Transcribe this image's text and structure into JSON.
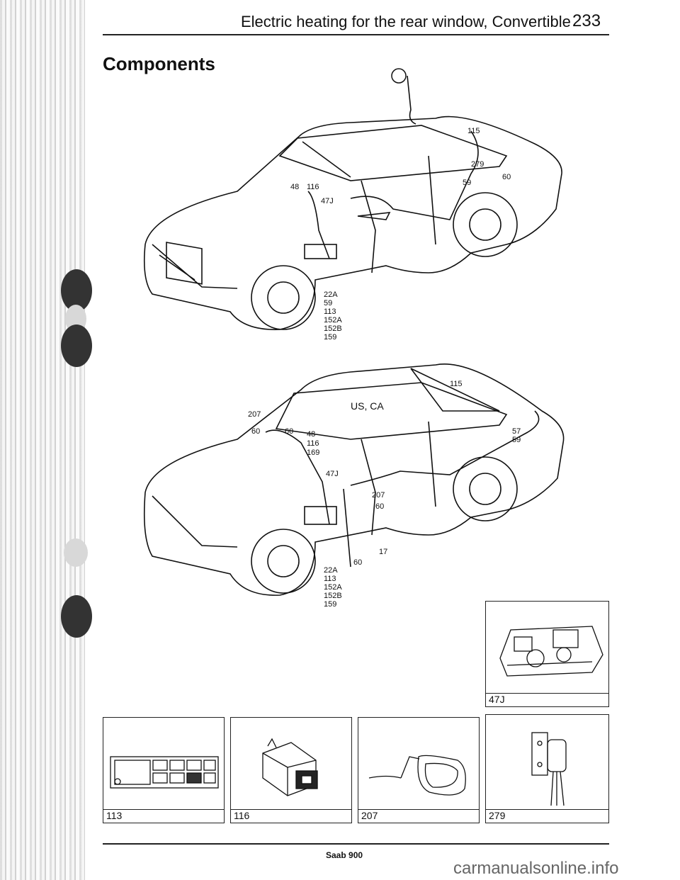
{
  "header": {
    "title": "Electric heating for the rear window, Convertible",
    "page_number": "233"
  },
  "section_title": "Components",
  "figure1": {
    "callouts_top": [
      "115",
      "279",
      "48",
      "116",
      "47J",
      "59",
      "60"
    ],
    "callout_stack": [
      "22A",
      "59",
      "113",
      "152A",
      "152B",
      "159"
    ]
  },
  "figure2": {
    "region_label": "US, CA",
    "callouts_top": [
      "115",
      "207",
      "60",
      "60",
      "48",
      "116",
      "169",
      "47J",
      "57",
      "59",
      "207",
      "60",
      "60",
      "17"
    ],
    "callout_stack": [
      "22A",
      "113",
      "152A",
      "152B",
      "159"
    ]
  },
  "panels": {
    "p47j": "47J",
    "p113": "113",
    "p116": "116",
    "p207": "207",
    "p279": "279"
  },
  "footer": "Saab 900",
  "watermark": "carmanualsonline.info"
}
